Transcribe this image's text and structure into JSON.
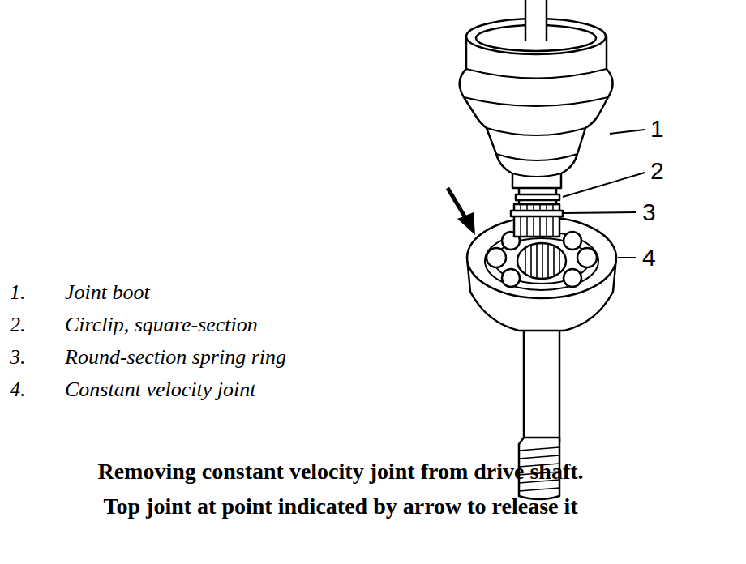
{
  "diagram": {
    "caption": "Removing constant velocity joint from drive shaft. Top joint at point indicated by arrow to release it",
    "labels": [
      "1",
      "2",
      "3",
      "4",
      "1.",
      "Joint boot",
      "2.",
      "Circlip, square-section",
      "3.",
      "Round-section spring ring",
      "4.",
      "Constant velocity joint"
    ]
  }
}
